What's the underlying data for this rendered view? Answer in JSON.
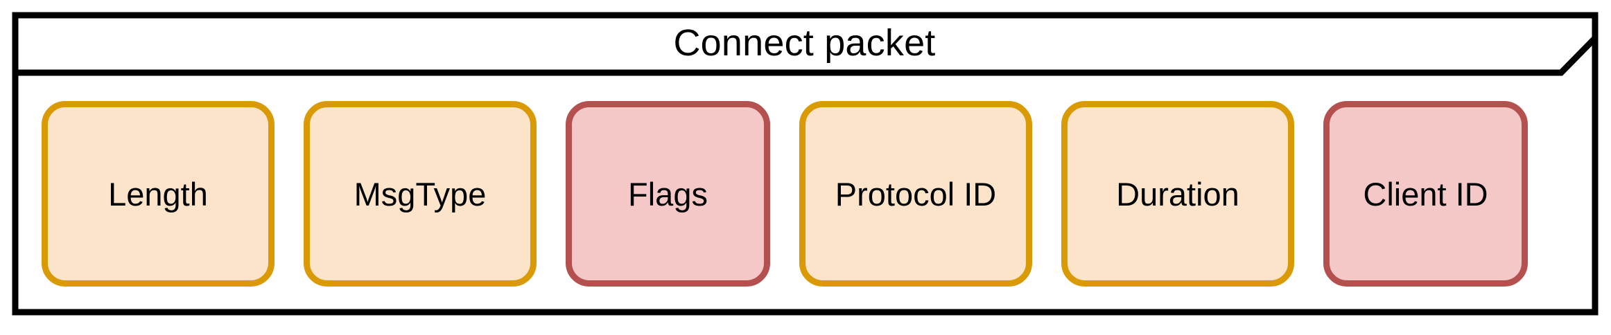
{
  "diagram": {
    "type": "packet-structure-frame",
    "frame": {
      "title": "Connect packet",
      "border_color": "#000000",
      "background": "#ffffff",
      "has_folded_corner": true
    },
    "palette": {
      "orange_fill": "#FCE4CA",
      "orange_border": "#D99A06",
      "pink_fill": "#F5C8C8",
      "pink_border": "#B4504E",
      "text_color": "#000000"
    },
    "fields": [
      {
        "label": "Length",
        "fill": "#FCE4CA",
        "border": "#D99A06",
        "category": "orange",
        "width_class": "w-length"
      },
      {
        "label": "MsgType",
        "fill": "#FCE4CA",
        "border": "#D99A06",
        "category": "orange",
        "width_class": "w-msgtype"
      },
      {
        "label": "Flags",
        "fill": "#F5C8C8",
        "border": "#B4504E",
        "category": "pink",
        "width_class": "w-flags"
      },
      {
        "label": "Protocol ID",
        "fill": "#FCE4CA",
        "border": "#D99A06",
        "category": "orange",
        "width_class": "w-protocolid"
      },
      {
        "label": "Duration",
        "fill": "#FCE4CA",
        "border": "#D99A06",
        "category": "orange",
        "width_class": "w-duration"
      },
      {
        "label": "Client ID",
        "fill": "#F5C8C8",
        "border": "#B4504E",
        "category": "pink",
        "width_class": "w-clientid"
      }
    ]
  }
}
